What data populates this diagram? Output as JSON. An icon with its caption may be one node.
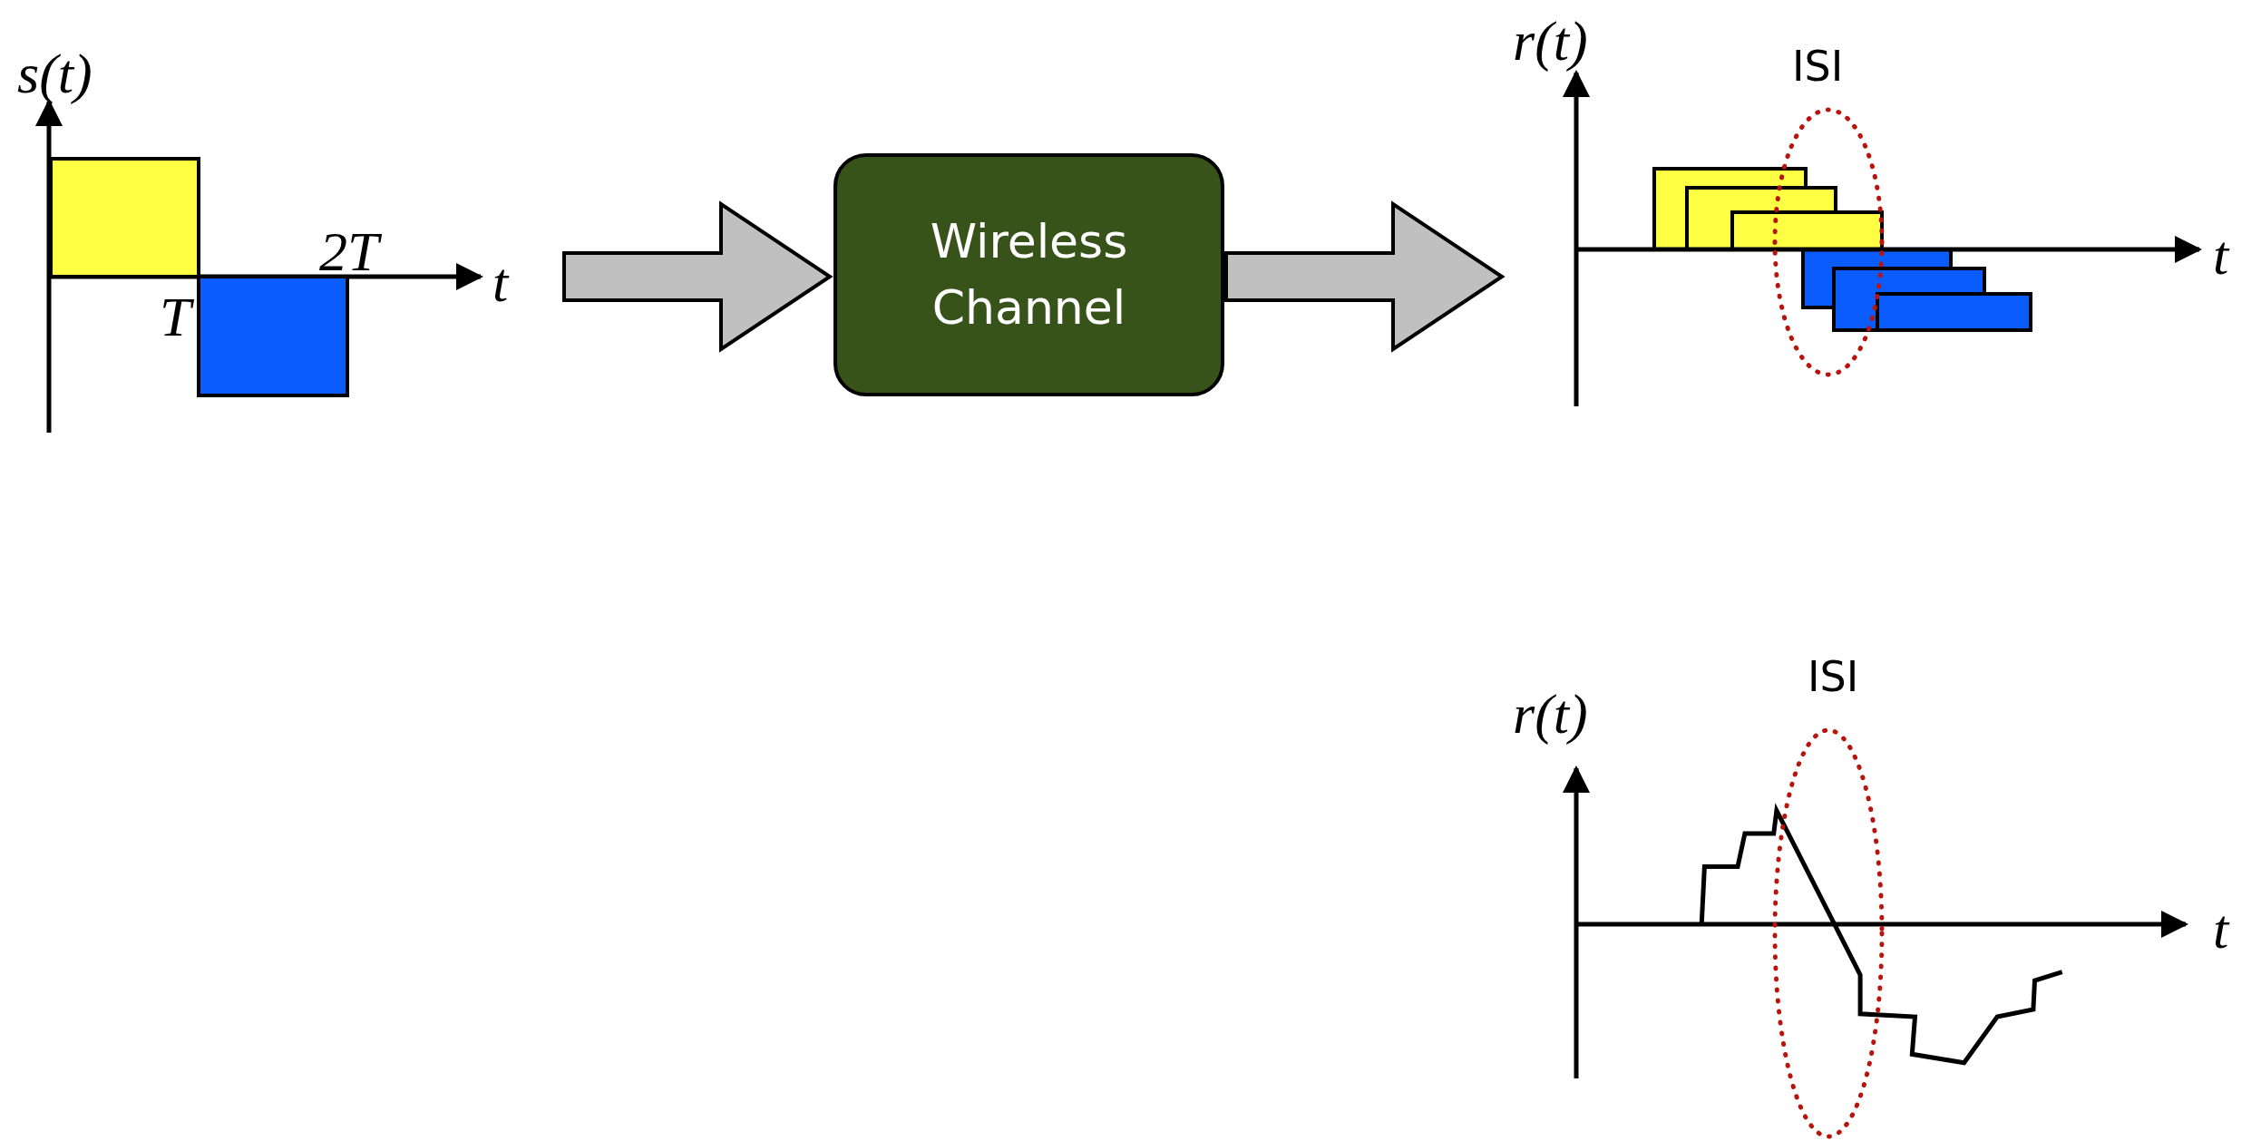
{
  "diagram": {
    "nodes": [
      {
        "text": [],
        "shape": "picture"
      },
      {
        "text": [
          "Wireless Channel"
        ]
      },
      {
        "text": [],
        "shape": "picture"
      }
    ],
    "edges": [
      {
        "from": 0,
        "to": 1,
        "arrow": "to"
      },
      {
        "from": 1,
        "to": 2,
        "arrow": "to"
      }
    ],
    "labels": [
      "s(t)",
      "2T",
      "t",
      "T",
      "r(t)",
      "ISI",
      "t",
      "r(t)",
      "ISI",
      "t"
    ]
  }
}
